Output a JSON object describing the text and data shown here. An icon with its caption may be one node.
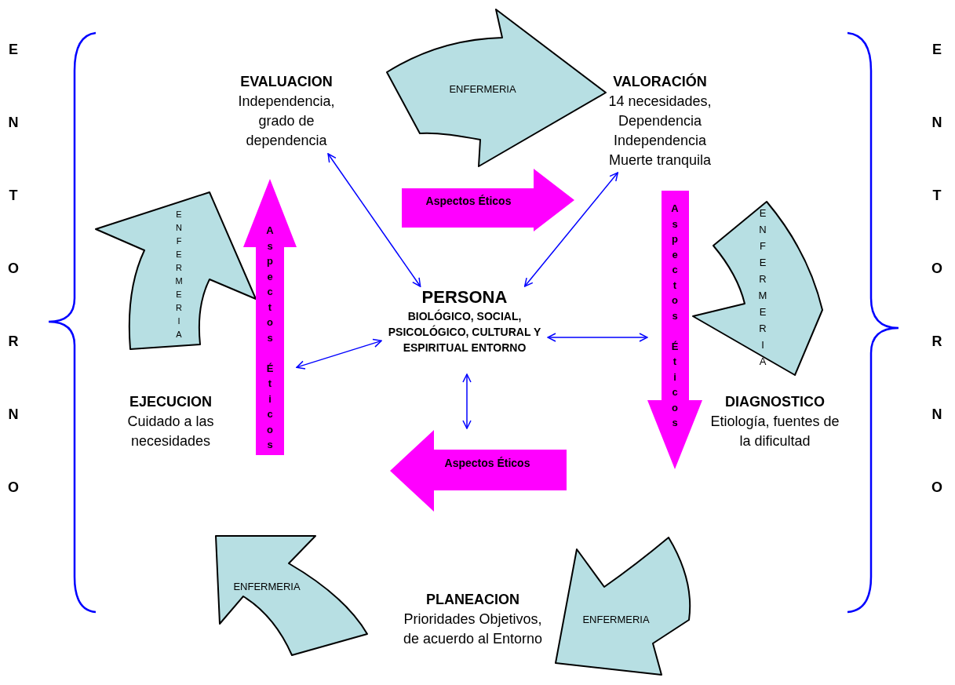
{
  "diagram": {
    "nodes": [
      {
        "text": [
          "EVALUACION",
          "Independencia, grado de dependencia"
        ]
      },
      {
        "text": [
          "ENFERMERIA"
        ]
      },
      {
        "text": [
          "VALORACIÓN",
          "14 necesidades, Dependencia Independencia Muerte tranquila"
        ]
      },
      {
        "text": [
          "Aspectos Éticos"
        ]
      },
      {
        "text": [
          "ENFERMERIA"
        ]
      },
      {
        "text": [
          "Aspectos Éticos"
        ]
      },
      {
        "text": [
          "Aspectos Éticos"
        ]
      },
      {
        "text": [
          "ENFERMERIA"
        ]
      },
      {
        "text": [
          "PERSONA",
          "BIOLÓGICO,  SOCIAL, PSICOLÓGICO,  CULTURAL Y ESPIRITUAL ENTORNO"
        ]
      },
      {
        "text": [
          "EJECUCION",
          "Cuidado a las necesidades"
        ]
      },
      {
        "text": [
          "DIAGNOSTICO",
          "Etiología, fuentes de la dificultad"
        ]
      },
      {
        "text": [
          "Aspectos Éticos"
        ]
      },
      {
        "text": [
          "ENFERMERIA"
        ]
      },
      {
        "text": [
          "ENFERMERIA"
        ]
      },
      {
        "text": [
          "PLANEACION",
          "Prioridades Objetivos, de acuerdo al Entorno"
        ]
      }
    ],
    "edges": [
      {
        "from": 8,
        "to": 0,
        "arrow": "both"
      },
      {
        "from": 8,
        "to": 2,
        "arrow": "both"
      },
      {
        "from": 8,
        "to": 5,
        "arrow": "both"
      },
      {
        "from": 8,
        "to": 6,
        "arrow": "both"
      },
      {
        "from": 8,
        "to": 11,
        "arrow": "both"
      }
    ],
    "labels": [
      "ENTORNO",
      "ENTORNO"
    ]
  }
}
